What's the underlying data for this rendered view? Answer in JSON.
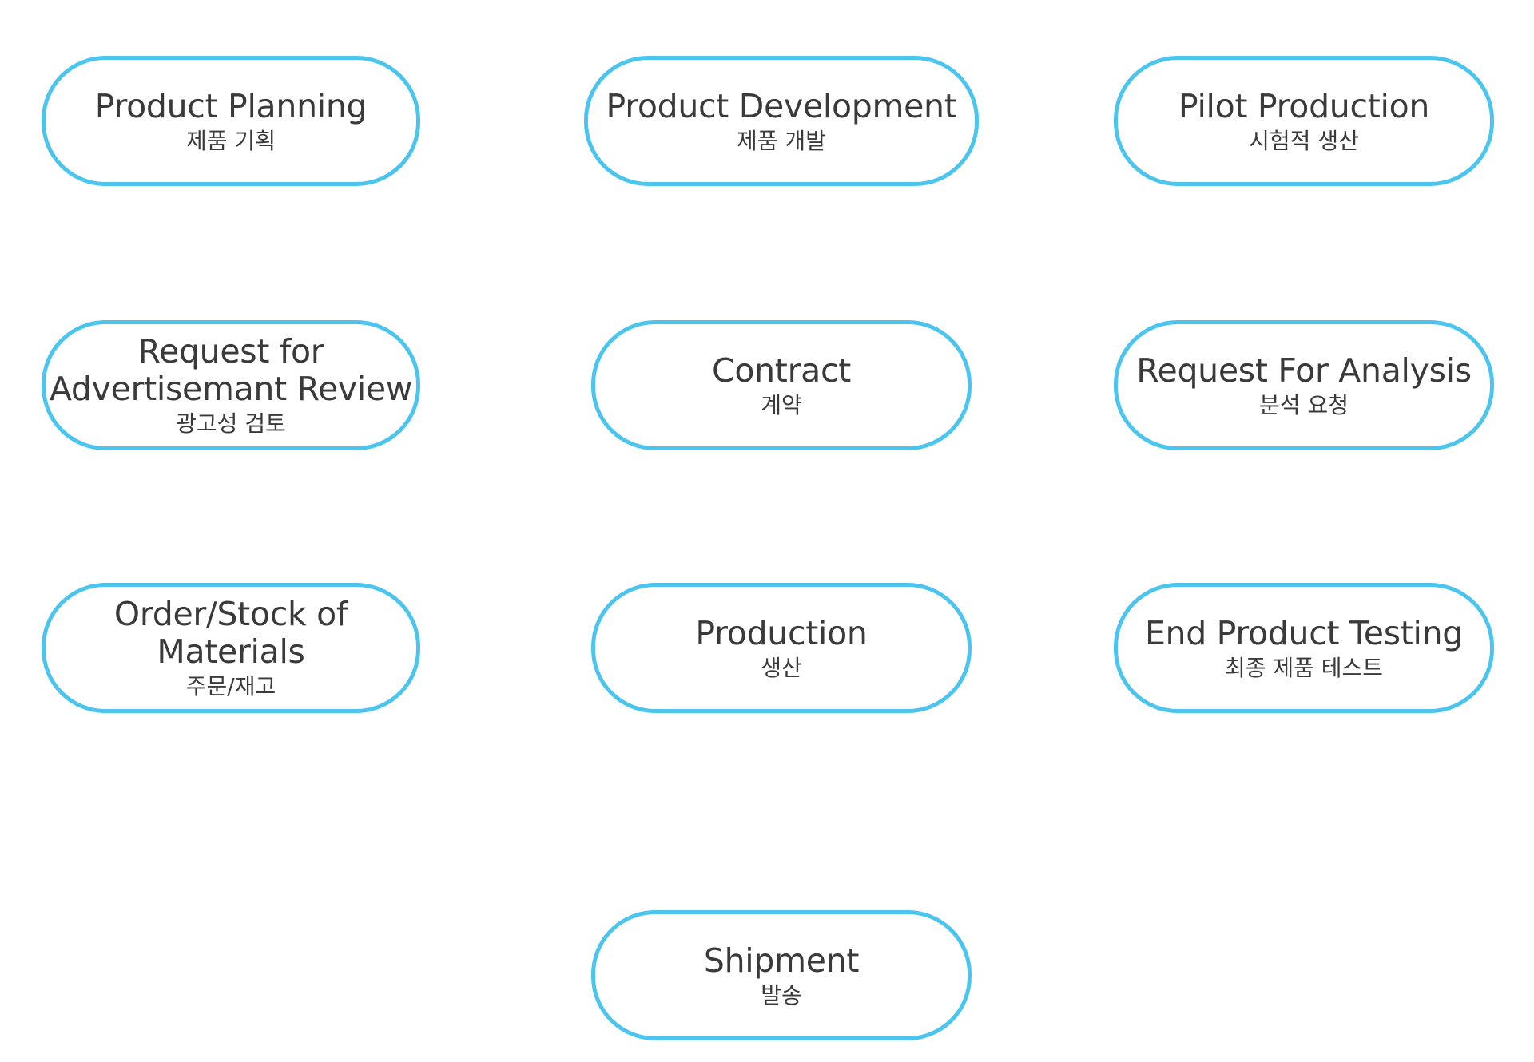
{
  "diagram": {
    "nodes": [
      {
        "en": "Product Planning",
        "ko": "제품 기획"
      },
      {
        "en": "Product Development",
        "ko": "제품 개발"
      },
      {
        "en": "Pilot Production",
        "ko": "시험적 생산"
      },
      {
        "en_line1": "Request for",
        "en_line2": "Advertisemant Review",
        "ko": "광고성 검토"
      },
      {
        "en": "Contract",
        "ko": "계약"
      },
      {
        "en": "Request For Analysis",
        "ko": "분석 요청"
      },
      {
        "en_line1": "Order/Stock of",
        "en_line2": "Materials",
        "ko": "주문/재고"
      },
      {
        "en": "Production",
        "ko": "생산"
      },
      {
        "en": "End Product Testing",
        "ko": "최종 제품 테스트"
      },
      {
        "en": "Shipment",
        "ko": "발송"
      }
    ]
  },
  "colors": {
    "node_border": "#4cc5ee",
    "text": "#3a3a3a",
    "background": "#ffffff"
  }
}
